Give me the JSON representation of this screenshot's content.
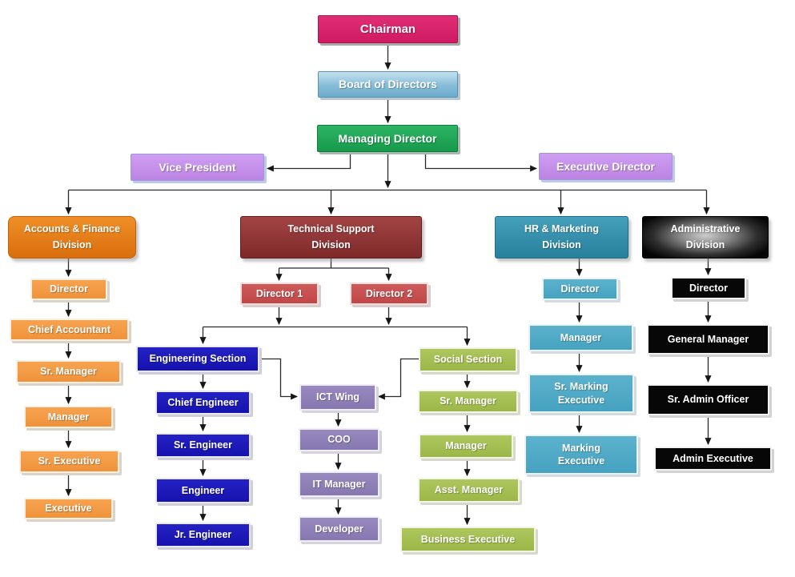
{
  "diagram": {
    "type": "organization-chart",
    "top": {
      "chairman": "Chairman",
      "board_of_directors": "Board of Directors",
      "managing_director": "Managing Director",
      "vice_president": "Vice President",
      "executive_director": "Executive Director"
    },
    "divisions": {
      "accounts_finance": {
        "title": "Accounts & Finance Division",
        "children": [
          "Director",
          "Chief Accountant",
          "Sr. Manager",
          "Manager",
          "Sr. Executive",
          "Executive"
        ]
      },
      "technical_support": {
        "title": "Technical Support Division",
        "directors": [
          "Director 1",
          "Director 2"
        ],
        "engineering_section": {
          "title": "Engineering Section",
          "children": [
            "Chief Engineer",
            "Sr. Engineer",
            "Engineer",
            "Jr. Engineer"
          ]
        },
        "ict_wing": {
          "title": "ICT Wing",
          "children": [
            "COO",
            "IT Manager",
            "Developer"
          ]
        },
        "social_section": {
          "title": "Social Section",
          "children": [
            "Sr. Manager",
            "Manager",
            "Asst. Manager",
            "Business Executive"
          ]
        }
      },
      "hr_marketing": {
        "title": "HR & Marketing Division",
        "children": [
          "Director",
          "Manager",
          "Sr. Marking Executive",
          "Marking Executive"
        ]
      },
      "administrative": {
        "title": "Administrative Division",
        "children": [
          "Director",
          "General Manager",
          "Sr. Admin Officer",
          "Admin Executive"
        ]
      }
    },
    "palette": {
      "chairman": "#d9206b",
      "board_of_directors": "#7ab6d4",
      "managing_director": "#1ca552",
      "vp_and_ed": "#c28ee8",
      "accounts_division": "#e07a18",
      "accounts_children": "#f59b45",
      "technical_division": "#8e3232",
      "technical_directors": "#c75050",
      "engineering_section": "#1c18bb",
      "ict_wing": "#8d7fb6",
      "social_section": "#a4bf53",
      "hr_division": "#2f8ca8",
      "hr_children": "#4fabc8",
      "administrative": "#0a0a0a",
      "connector": "#2b2b2b"
    }
  }
}
